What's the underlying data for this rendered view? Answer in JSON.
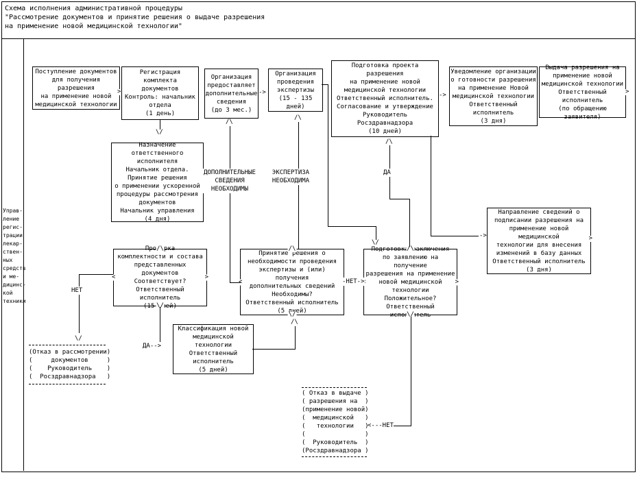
{
  "colors": {
    "ink": "#000000",
    "paper": "#ffffff"
  },
  "title": "Схема исполнения административной процедуры\n\"Рассмотрение документов и принятие решения о выдаче разрешения\nна применение новой медицинской технологии\"",
  "sidebar": "Управ-\nление\nрегис-\nтрации\nлекар-\nствен-\nных\nсредств\nи ме-\nдицинс-\nкой\nтехники",
  "nodes": {
    "n1": "Поступление документов\nдля получения разрешения\nна применение новой\nмедицинской технологии",
    "n2": "Регистрация комплекта\nдокументов\nКонтроль: начальник\nотдела\n(1 день)",
    "n3": "Организация\nпредоставляет\nдополнительные\nсведения\n(до 3 мес.)",
    "n4": "Организация\nпроведения\nэкспертизы\n(15 - 135 дней)",
    "n5": "Подготовка проекта разрешения\nна применение новой\nмедицинской технологии\nОтветственный исполнитель.\nСогласование и утверждение\nРуководитель\nРосздравнадзора\n(10 дней)",
    "n6": "Уведомление организации\nо готовности разрешения\nна применение Новой\nмедицинской технологии\nОтветственный исполнитель\n(3 дня)",
    "n7": "Выдача разрешения на\nприменение новой\nмедицинской технологии\nОтветственный исполнитель\n(по обращению заявителя)",
    "n8": "Назначение ответственного\nисполнителя\nНачальник отдела.\nПринятие решения\nо применении ускоренной\nпроцедуры рассмотрения\nдокументов\nНачальник управления\n(4 дня)",
    "n9": "Проверка\nкомплектности и состава\nпредставленных документов\nСоответствует?\nОтветственный исполнитель\n(15 дней)",
    "n10": "Принятие решения о\nнеобходимости проведения\nэкспертизы и (или) получения\nдополнительных сведений\nНеобходимы?\nОтветственный исполнитель\n(5 дней)",
    "n11": "Подготовка заключения\nпо заявлению на получение\nразрешения на применение\nновой медицинской\nтехнологии\nПоложительное?\nОтветственный исполнитель",
    "n12": "Направление сведений о\nподписании разрешения на\nприменение новой медицинской\nтехнологии для внесения\nизменений в базу данных\nОтветственный исполнитель\n(3 дня)",
    "n13": "Классификация новой\nмедицинской технологии\nОтветственный\nисполнитель\n(5 дней)",
    "n14": "(Отказ в рассмотрении)\n(     документов     )\n(    Руководитель    )\n(  Росздравнадзора   )",
    "n15": "( Отказ в выдаче )\n( разрешения на  )\n(применение новой)\n(  медицинской   )\n(   технологии   )\n(                )\n(  Руководитель  )\n(Росздравнадзора )"
  },
  "labels": {
    "need_info": "ДОПОЛНИТЕЛЬНЫЕ\nСВЕДЕНИЯ\nНЕОБХОДИМЫ",
    "need_expertise": "ЭКСПЕРТИЗА\nНЕОБХОДИМА",
    "yes": "ДА",
    "no": "НЕТ",
    "yes_arrow": "ДА-->",
    "no_arrow_left": "<---НЕТ",
    "no_arrow_right": "-НЕТ->"
  },
  "glyphs": {
    "up": "/\\",
    "down": "\\/",
    "left": "<",
    "right": ">",
    "arrow_right": "->"
  }
}
